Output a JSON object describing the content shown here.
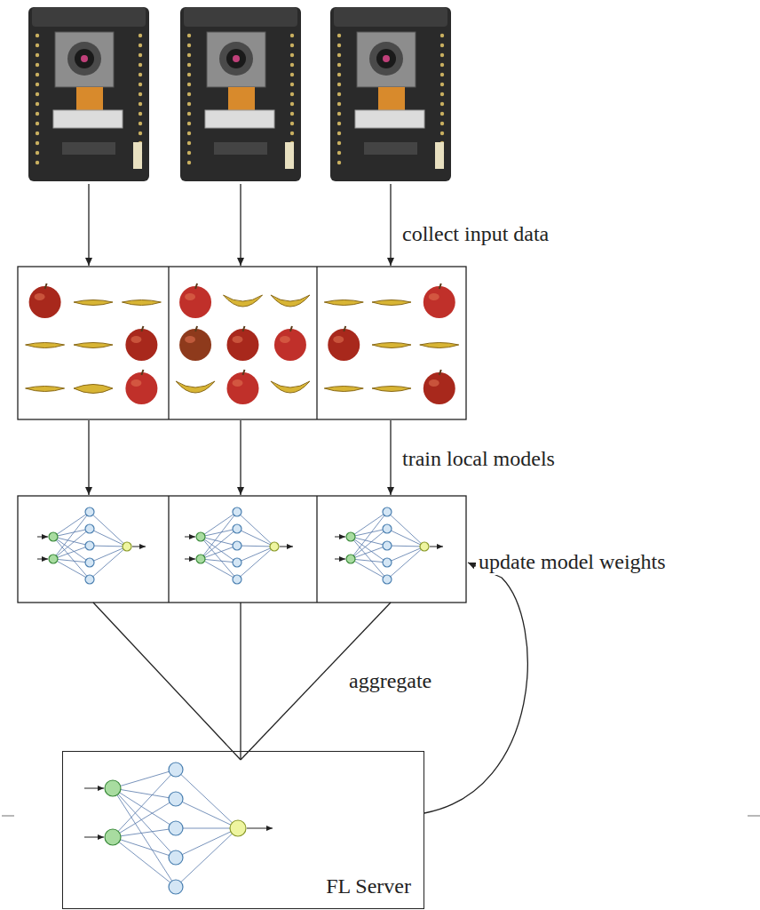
{
  "diagram": {
    "nodes": [
      {
        "text": [
          "FL Server"
        ]
      }
    ],
    "labels": [
      "collect input data",
      "train local models",
      "update model weights",
      "aggregate"
    ]
  }
}
